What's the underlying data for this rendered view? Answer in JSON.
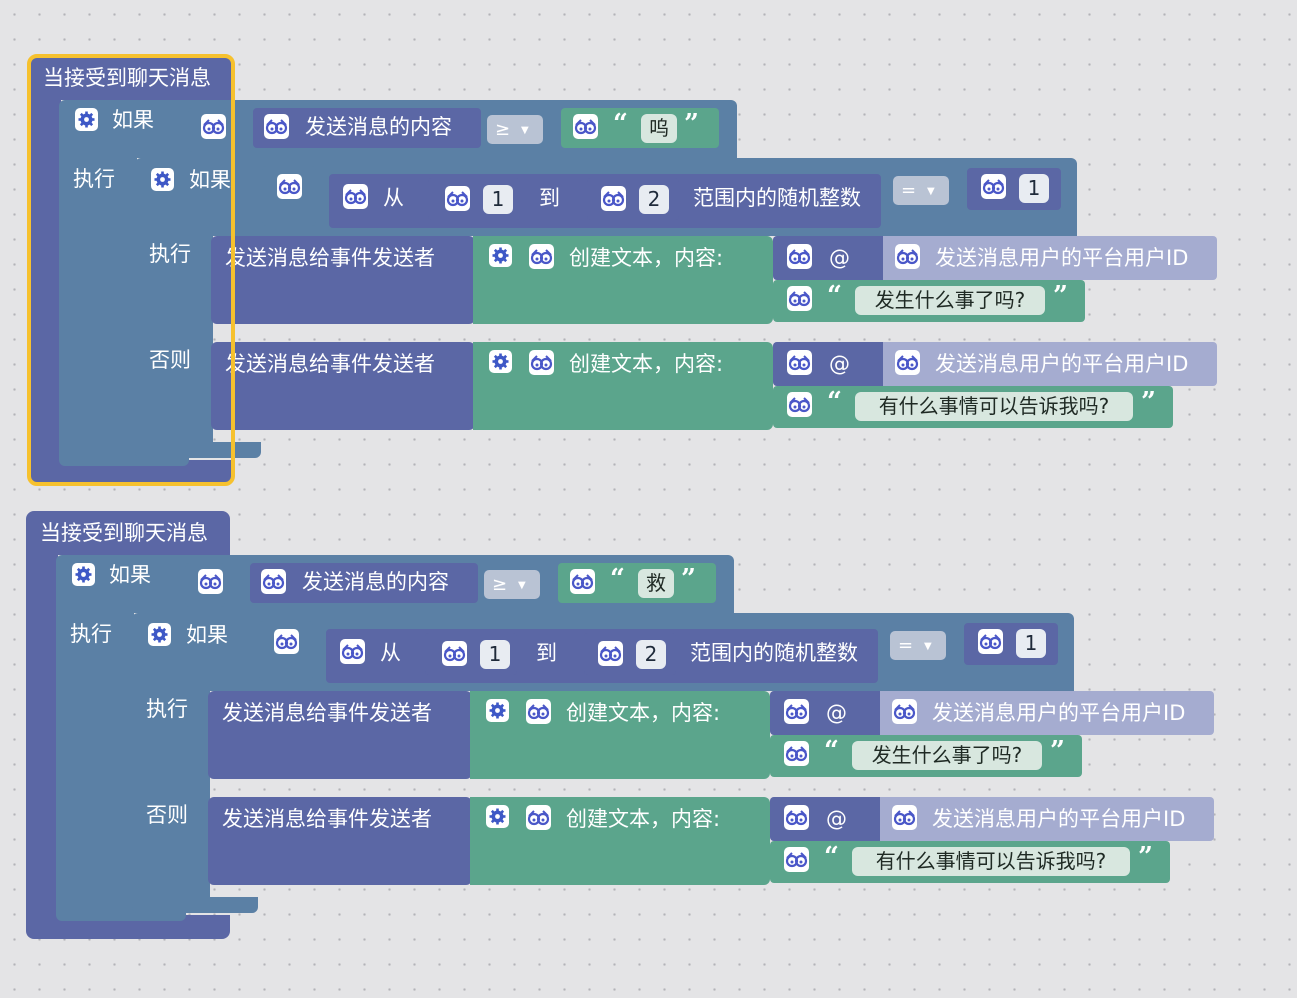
{
  "groups": [
    {
      "event_label": "当接受到聊天消息",
      "if_label": "如果",
      "exec_label": "执行",
      "msg_content_label": "发送消息的内容",
      "op1": "≥",
      "keyword": "呜",
      "inner_if_label": "如果",
      "from_label": "从",
      "rand_min": "1",
      "to_label": "到",
      "rand_max": "2",
      "rand_label": "范围内的随机整数",
      "op2": "=",
      "compare_value": "1",
      "then_label": "执行",
      "else_label": "否则",
      "send_label_1": "发送消息给事件发送者",
      "create_text_1": "创建文本，内容:",
      "at_1": "@",
      "user_id_1": "发送消息用户的平台用户ID",
      "reply_1": "发生什么事了吗?",
      "send_label_2": "发送消息给事件发送者",
      "create_text_2": "创建文本，内容:",
      "at_2": "@",
      "user_id_2": "发送消息用户的平台用户ID",
      "reply_2": "有什么事情可以告诉我吗?"
    },
    {
      "event_label": "当接受到聊天消息",
      "if_label": "如果",
      "exec_label": "执行",
      "msg_content_label": "发送消息的内容",
      "op1": "≥",
      "keyword": "救",
      "inner_if_label": "如果",
      "from_label": "从",
      "rand_min": "1",
      "to_label": "到",
      "rand_max": "2",
      "rand_label": "范围内的随机整数",
      "op2": "=",
      "compare_value": "1",
      "then_label": "执行",
      "else_label": "否则",
      "send_label_1": "发送消息给事件发送者",
      "create_text_1": "创建文本，内容:",
      "at_1": "@",
      "user_id_1": "发送消息用户的平台用户ID",
      "reply_1": "发生什么事了吗?",
      "send_label_2": "发送消息给事件发送者",
      "create_text_2": "创建文本，内容:",
      "at_2": "@",
      "user_id_2": "发送消息用户的平台用户ID",
      "reply_2": "有什么事情可以告诉我吗?"
    }
  ],
  "colors": {
    "event": "#5b67a5",
    "logic": "#5b80a5",
    "text": "#5ba58c",
    "action": "#5b67a5",
    "variable": "#a5acd0",
    "selected": "#f6c12e",
    "workspace": "#e4e4e6"
  },
  "icons": [
    "gear-icon",
    "eye-icon"
  ]
}
